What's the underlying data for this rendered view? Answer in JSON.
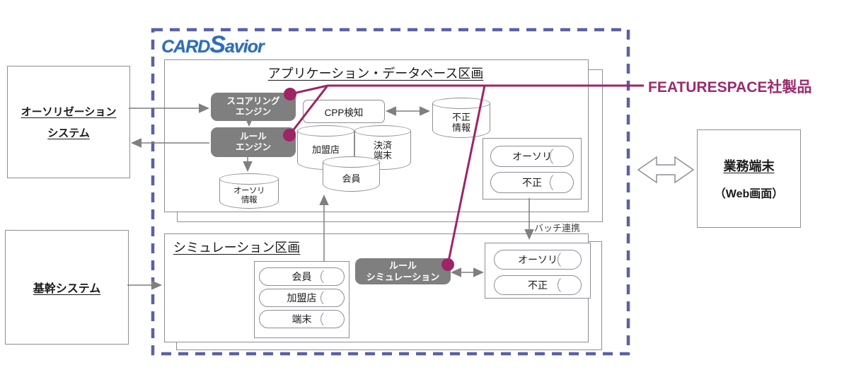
{
  "logo": {
    "card": "CARD",
    "s": "S",
    "avior": "avior"
  },
  "annotation": {
    "featurespace": "FEATURESPACE社製品",
    "batch_link": "バッチ連携"
  },
  "external": {
    "auth_system": {
      "line1": "オーソリゼーション",
      "line2": "システム"
    },
    "core_system": {
      "label": "基幹システム"
    },
    "business_terminal": {
      "line1": "業務端末",
      "line2": "（Web画面）"
    }
  },
  "app_section": {
    "title": "アプリケーション・データベース区画",
    "scoring_engine": {
      "line1": "スコアリング",
      "line2": "エンジン"
    },
    "rule_engine": {
      "line1": "ルール",
      "line2": "エンジン"
    },
    "auth_info_db": {
      "line1": "オーソリ",
      "line2": "情報"
    },
    "cpp_detection": {
      "label": "CPP検知"
    },
    "fraud_info_db": {
      "line1": "不正",
      "line2": "情報"
    },
    "merchant_db": {
      "label": "加盟店"
    },
    "payment_terminal_db": {
      "line1": "決済",
      "line2": "端末"
    },
    "member_db": {
      "label": "会員"
    },
    "file_box": {
      "auth": "オーソリ",
      "fraud": "不正"
    }
  },
  "sim_section": {
    "title": "シミュレーション区画",
    "db_box": {
      "member": "会員",
      "merchant": "加盟店",
      "terminal": "端末"
    },
    "rule_simulation": {
      "line1": "ルール",
      "line2": "シミュレーション"
    },
    "file_box": {
      "auth": "オーソリ",
      "fraud": "不正"
    }
  },
  "colors": {
    "magenta": "#9e2465",
    "dashed_border": "#5a61a8",
    "logo_blue": "#2e6fb8",
    "box_gray": "#7f7f7f",
    "border_gray": "#8d8d96"
  }
}
